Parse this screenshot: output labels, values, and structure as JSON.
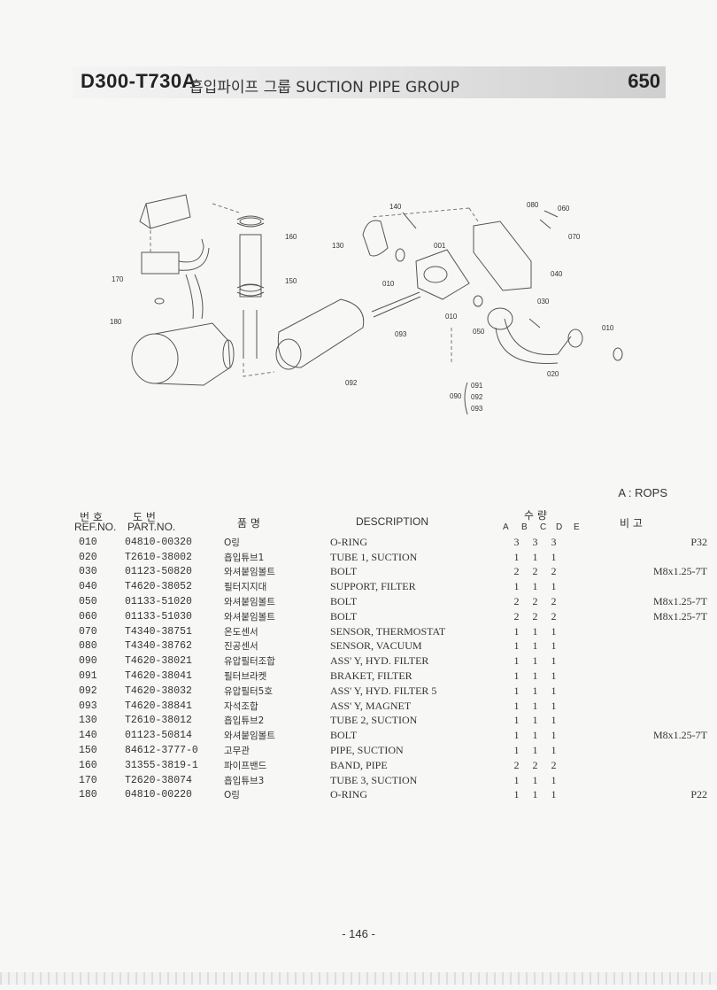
{
  "header": {
    "model": "D300-T730A",
    "title": "흡입파이프 그룹 SUCTION PIPE GROUP",
    "page_code": "650"
  },
  "diagram": {
    "callouts": [
      "140",
      "080",
      "060",
      "070",
      "130",
      "001",
      "160",
      "040",
      "150",
      "010",
      "030",
      "170",
      "010",
      "180",
      "050",
      "010",
      "093",
      "092",
      "020",
      "090",
      "091",
      "092",
      "093"
    ]
  },
  "legend": "A : ROPS",
  "table": {
    "headers": {
      "ref_ko": "번 호",
      "ref_en": "REF.NO.",
      "part_ko": "도 번",
      "part_en": "PART.NO.",
      "name_ko": "품 명",
      "desc": "DESCRIPTION",
      "qty_ko": "수 량",
      "qty_cols": [
        "A",
        "B",
        "C",
        "D",
        "E"
      ],
      "remarks_ko": "비 고"
    },
    "rows": [
      {
        "ref": "010",
        "part": "04810-00320",
        "name_ko": "O링",
        "desc": "O-RING",
        "a": "3",
        "b": "3",
        "c": "3",
        "rem": "P32"
      },
      {
        "ref": "020",
        "part": "T2610-38002",
        "name_ko": "흡입튜브1",
        "desc": "TUBE 1, SUCTION",
        "a": "1",
        "b": "1",
        "c": "1",
        "rem": ""
      },
      {
        "ref": "030",
        "part": "01123-50820",
        "name_ko": "와셔붙임볼트",
        "desc": "BOLT",
        "a": "2",
        "b": "2",
        "c": "2",
        "rem": "M8x1.25-7T"
      },
      {
        "ref": "040",
        "part": "T4620-38052",
        "name_ko": "필터지지대",
        "desc": "SUPPORT, FILTER",
        "a": "1",
        "b": "1",
        "c": "1",
        "rem": ""
      },
      {
        "ref": "050",
        "part": "01133-51020",
        "name_ko": "와셔붙임볼트",
        "desc": "BOLT",
        "a": "2",
        "b": "2",
        "c": "2",
        "rem": "M8x1.25-7T"
      },
      {
        "ref": "060",
        "part": "01133-51030",
        "name_ko": "와셔붙임볼트",
        "desc": "BOLT",
        "a": "2",
        "b": "2",
        "c": "2",
        "rem": "M8x1.25-7T"
      },
      {
        "ref": "070",
        "part": "T4340-38751",
        "name_ko": "온도센서",
        "desc": "SENSOR, THERMOSTAT",
        "a": "1",
        "b": "1",
        "c": "1",
        "rem": ""
      },
      {
        "ref": "080",
        "part": "T4340-38762",
        "name_ko": "진공센서",
        "desc": "SENSOR, VACUUM",
        "a": "1",
        "b": "1",
        "c": "1",
        "rem": ""
      },
      {
        "ref": "090",
        "part": "T4620-38021",
        "name_ko": "유압필터조합",
        "desc": "ASS' Y, HYD. FILTER",
        "a": "1",
        "b": "1",
        "c": "1",
        "rem": ""
      },
      {
        "ref": "091",
        "part": "T4620-38041",
        "name_ko": "필터브라켓",
        "desc": "BRAKET, FILTER",
        "a": "1",
        "b": "1",
        "c": "1",
        "rem": ""
      },
      {
        "ref": "092",
        "part": "T4620-38032",
        "name_ko": "유압필터5호",
        "desc": "ASS' Y, HYD. FILTER 5",
        "a": "1",
        "b": "1",
        "c": "1",
        "rem": ""
      },
      {
        "ref": "093",
        "part": "T4620-38841",
        "name_ko": "자석조합",
        "desc": "ASS' Y, MAGNET",
        "a": "1",
        "b": "1",
        "c": "1",
        "rem": ""
      },
      {
        "ref": "130",
        "part": "T2610-38012",
        "name_ko": "흡입튜브2",
        "desc": "TUBE 2, SUCTION",
        "a": "1",
        "b": "1",
        "c": "1",
        "rem": ""
      },
      {
        "ref": "140",
        "part": "01123-50814",
        "name_ko": "와셔붙임볼트",
        "desc": "BOLT",
        "a": "1",
        "b": "1",
        "c": "1",
        "rem": "M8x1.25-7T"
      },
      {
        "ref": "150",
        "part": "84612-3777-0",
        "name_ko": "고무관",
        "desc": "PIPE, SUCTION",
        "a": "1",
        "b": "1",
        "c": "1",
        "rem": ""
      },
      {
        "ref": "160",
        "part": "31355-3819-1",
        "name_ko": "파이프밴드",
        "desc": "BAND, PIPE",
        "a": "2",
        "b": "2",
        "c": "2",
        "rem": ""
      },
      {
        "ref": "170",
        "part": "T2620-38074",
        "name_ko": "흡입튜브3",
        "desc": "TUBE 3, SUCTION",
        "a": "1",
        "b": "1",
        "c": "1",
        "rem": ""
      },
      {
        "ref": "180",
        "part": "04810-00220",
        "name_ko": "O링",
        "desc": "O-RING",
        "a": "1",
        "b": "1",
        "c": "1",
        "rem": "P22"
      }
    ]
  },
  "footer": {
    "page": "- 146 -"
  }
}
